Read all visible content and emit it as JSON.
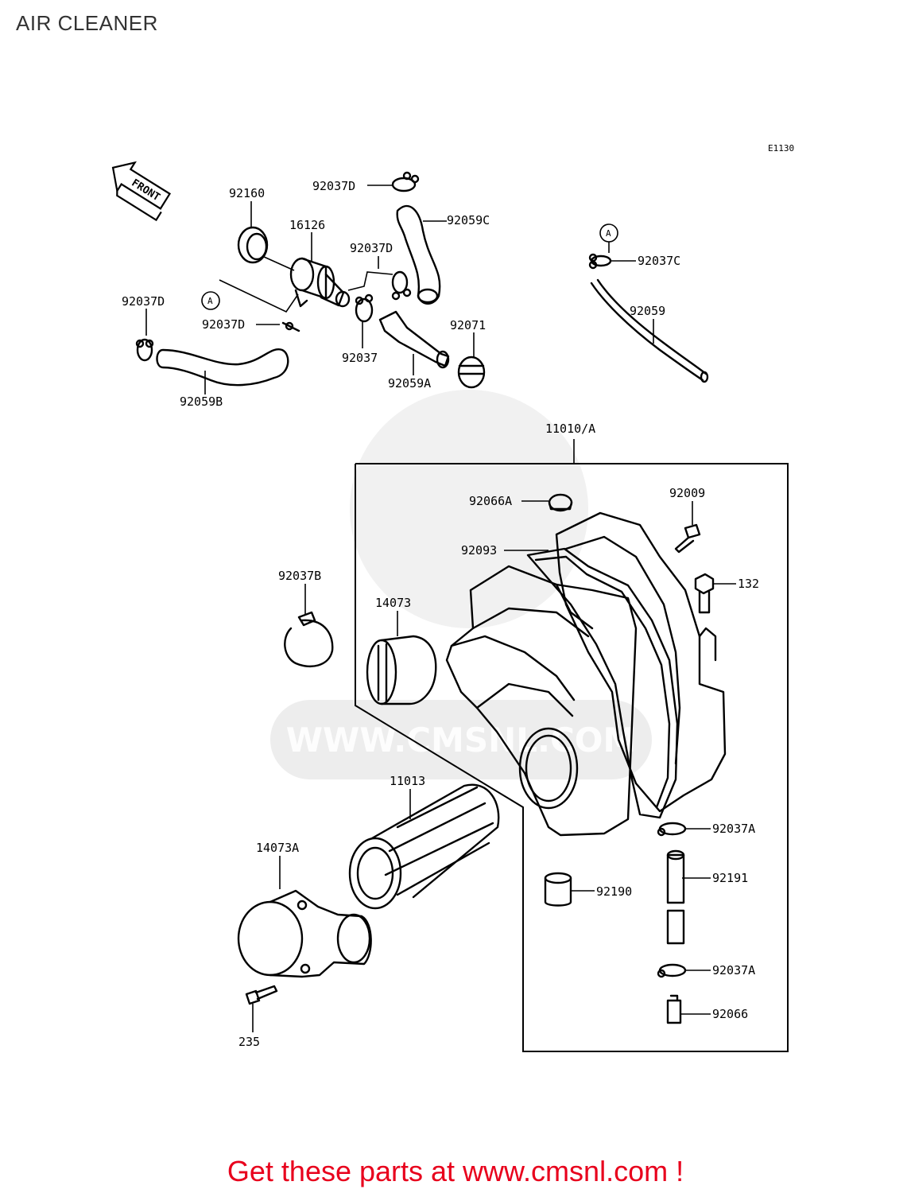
{
  "title": "AIR CLEANER",
  "diagram_code": "E1130",
  "front_label": "FRONT",
  "ref_marker": "A",
  "watermark_text": "WWW.CMSNL.COM",
  "footer": "Get these parts at www.cmsnl.com !",
  "colors": {
    "footer": "#e8001c",
    "line": "#000000",
    "watermark": "#d8d8d8"
  },
  "labels": {
    "p92160": "92160",
    "p16126": "16126",
    "p92037D_top": "92037D",
    "p92059C": "92059C",
    "p92037D_mid": "92037D",
    "p92037D_left": "92037D",
    "p92037D_hose": "92037D",
    "p92037": "92037",
    "p92071": "92071",
    "p92059A": "92059A",
    "p92059B": "92059B",
    "p92037C": "92037C",
    "p92059": "92059",
    "p11010A": "11010/A",
    "p92066A": "92066A",
    "p92009": "92009",
    "p92093": "92093",
    "p132": "132",
    "p92037B": "92037B",
    "p14073": "14073",
    "p11013": "11013",
    "p14073A": "14073A",
    "p92037A_top": "92037A",
    "p92191": "92191",
    "p92190": "92190",
    "p92037A_bot": "92037A",
    "p92066": "92066",
    "p235": "235"
  }
}
